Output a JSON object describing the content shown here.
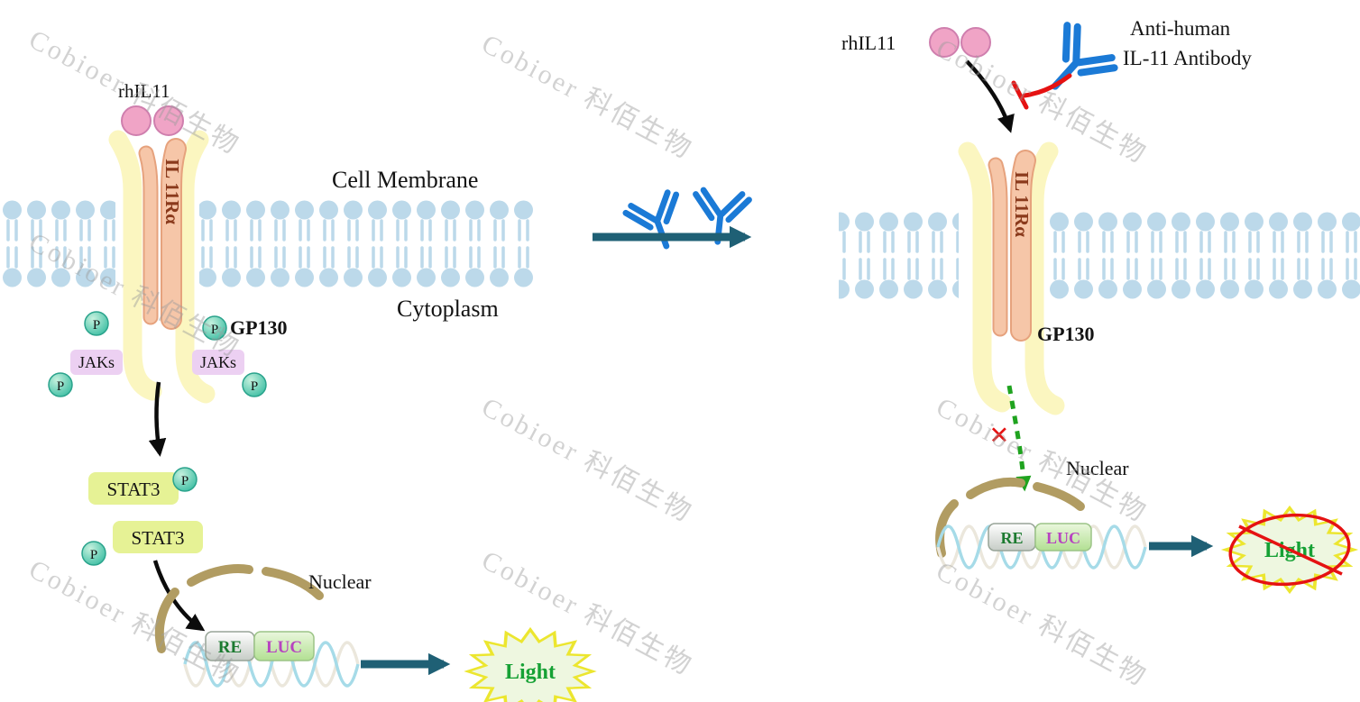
{
  "watermark": "Cobioer 科佰生物",
  "left": {
    "ligand": "rhIL11",
    "receptor_alpha": "IL 11Rα",
    "cell_membrane": "Cell Membrane",
    "cytoplasm": "Cytoplasm",
    "gp130": "GP130",
    "jaks": "JAKs",
    "phospho": "P",
    "stat3": "STAT3",
    "nuclear": "Nuclear",
    "re": "RE",
    "luc": "LUC",
    "light": "Light"
  },
  "right": {
    "ligand": "rhIL11",
    "antibody_line1": "Anti-human",
    "antibody_line2": "IL-11 Antibody",
    "receptor_alpha": "IL 11Rα",
    "gp130": "GP130",
    "block_x": "×",
    "nuclear": "Nuclear",
    "re": "RE",
    "luc": "LUC",
    "light": "Light"
  },
  "colors": {
    "membrane": "#bcd9ea",
    "gp130": "#fbf6c0",
    "il11ra": "#f6c6a8",
    "il11ra-edge": "#e6a27d",
    "il11ra-text": "#8a3a1c",
    "ligand": "#f0a4c6",
    "ligand-edge": "#cf7fae",
    "phospho-edge": "#2aa38c",
    "jaks": "#ecd0f2",
    "stat3": "#e6f295",
    "envelope": "#b19c62",
    "antibody": "#1b7ad6",
    "inhibit": "#e51212",
    "arrow-teal": "#1f6075",
    "green-arrow": "#1fa31f",
    "dna-front": "#a6dbe8",
    "dna-back": "#ebe7dc",
    "re-text": "#1c7a30",
    "luc-text": "#b743c0",
    "light-text": "#16a135",
    "star-stroke": "#ece62f",
    "star-fill": "#eef7e0",
    "watermark": "#9c9c9c"
  }
}
